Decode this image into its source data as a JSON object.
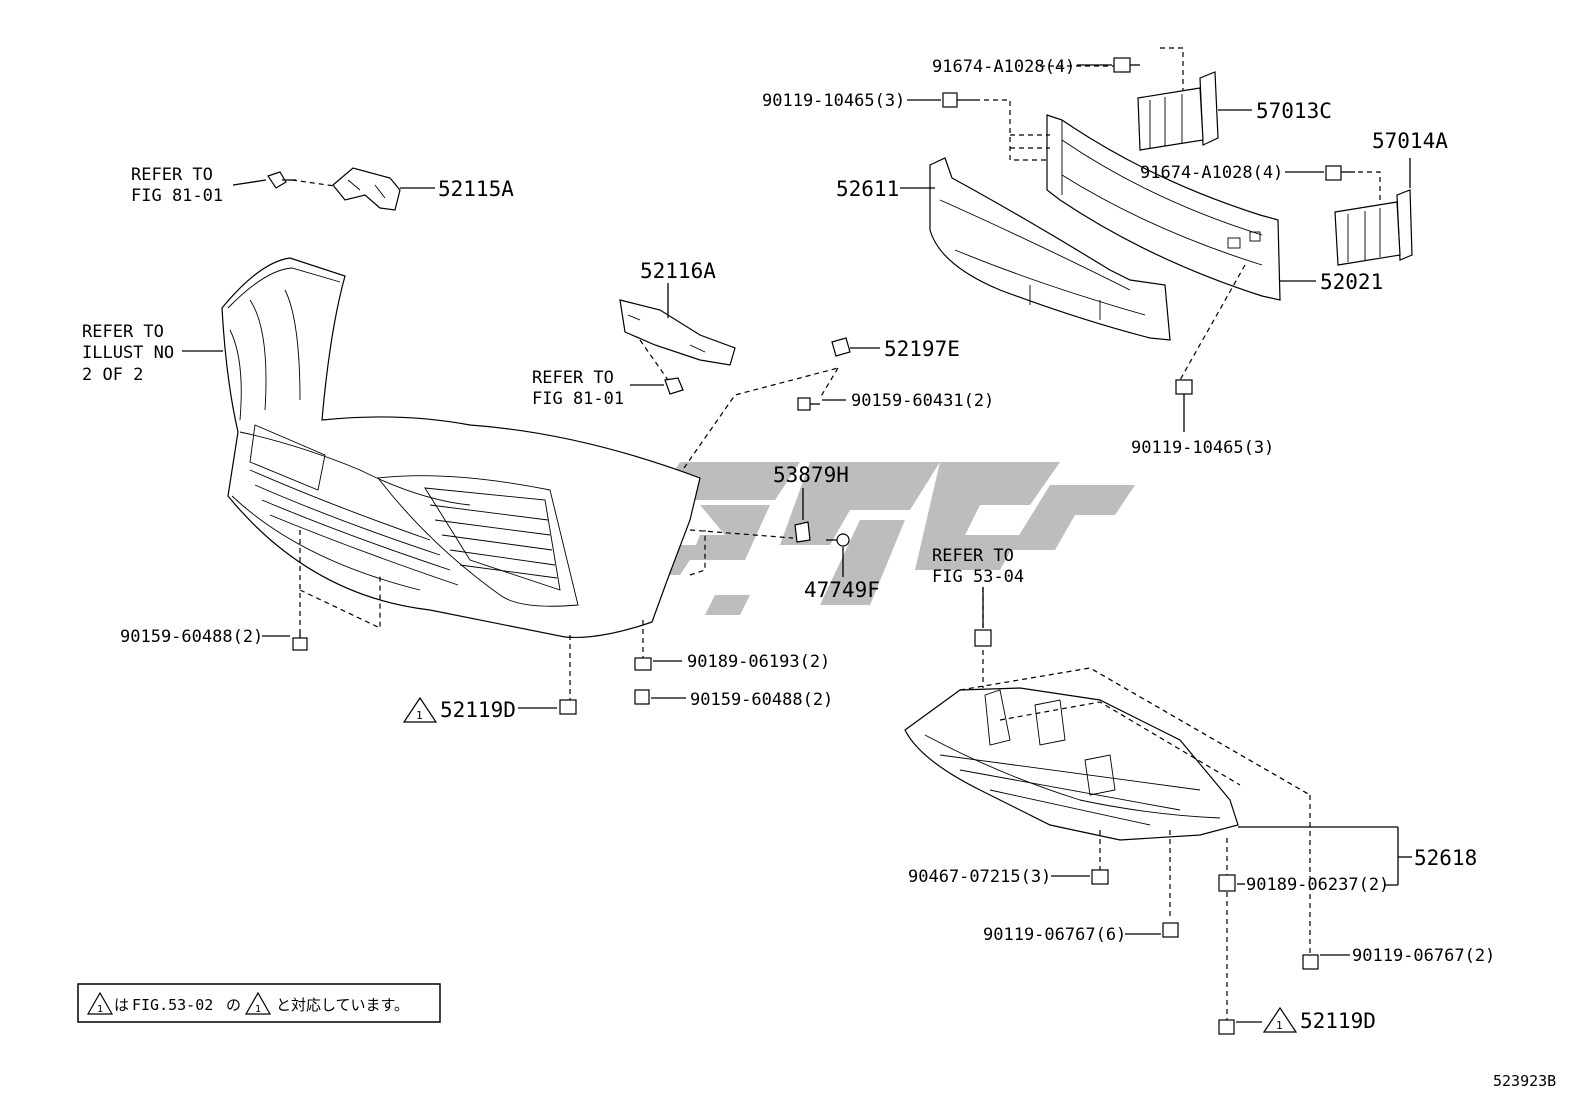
{
  "diagram_id": "523923B",
  "watermark_colour": "#bdbdbd",
  "labels": {
    "refer_81_01_a": [
      "REFER TO",
      "FIG 81-01"
    ],
    "refer_81_01_b": [
      "REFER TO",
      "FIG 81-01"
    ],
    "refer_illust": [
      "REFER TO",
      "ILLUST NO",
      "2 OF 2"
    ],
    "refer_53_04": [
      "REFER TO",
      "FIG 53-04"
    ],
    "p52115A": "52115A",
    "p52116A": "52116A",
    "p52197E": "52197E",
    "p90159_60431": "90159-60431(2)",
    "p53879H": "53879H",
    "p47749F": "47749F",
    "p90159_60488_a": "90159-60488(2)",
    "p90189_06193": "90189-06193(2)",
    "p90159_60488_b": "90159-60488(2)",
    "p52119D_a": "52119D",
    "p91674_a": "91674-A1028(4)",
    "p90119_10465_a": "90119-10465(3)",
    "p57013C": "57013C",
    "p57014A": "57014A",
    "p91674_b": "91674-A1028(4)",
    "p52611": "52611",
    "p52021": "52021",
    "p90119_10465_b": "90119-10465(3)",
    "p52618": "52618",
    "p90467_07215": "90467-07215(3)",
    "p90189_06237": "90189-06237(2)",
    "p90119_06767_a": "90119-06767(6)",
    "p90119_06767_b": "90119-06767(2)",
    "p52119D_b": "52119D"
  },
  "note": {
    "part1": "は",
    "part2": "FIG.53-02",
    "part3": "の",
    "part4": "と対応しています。",
    "triangle_mark": "1"
  }
}
